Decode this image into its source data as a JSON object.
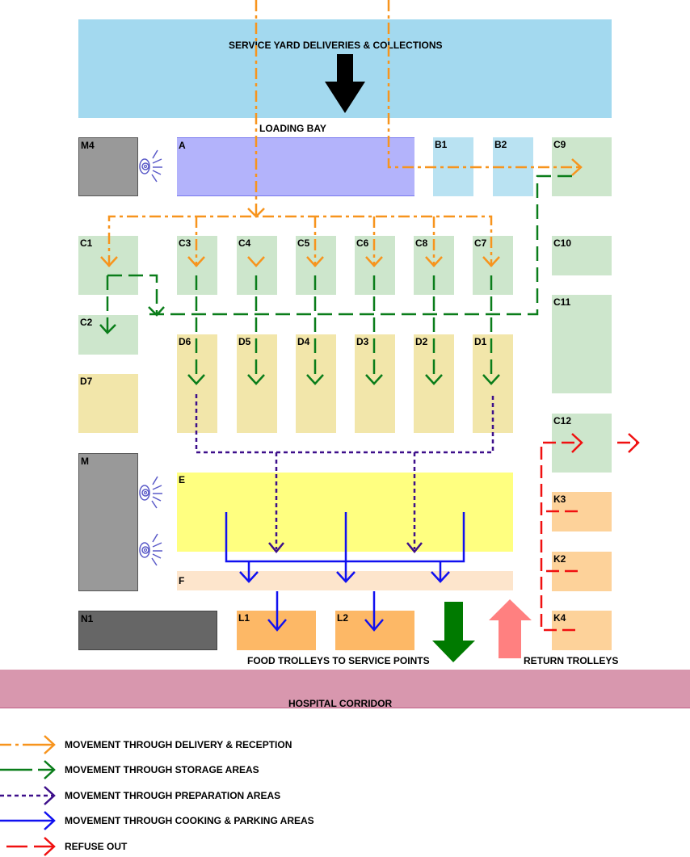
{
  "diagram": {
    "service_yard": {
      "label": "SERVICE YARD DELIVERIES & COLLECTIONS",
      "color": "#a3d9ef"
    },
    "loading_bay_label": "LOADING BAY",
    "corridor": {
      "label": "HOSPITAL CORRIDOR",
      "color": "#d897ae"
    },
    "food_trolleys_label": "FOOD TROLLEYS TO SERVICE POINTS",
    "return_trolleys_label": "RETURN TROLLEYS",
    "rooms": {
      "M4": "M4",
      "A": "A",
      "B1": "B1",
      "B2": "B2",
      "C9": "C9",
      "C1": "C1",
      "C3": "C3",
      "C4": "C4",
      "C5": "C5",
      "C6": "C6",
      "C8": "C8",
      "C7": "C7",
      "C10": "C10",
      "C2": "C2",
      "C11": "C11",
      "D6": "D6",
      "D5": "D5",
      "D4": "D4",
      "D3": "D3",
      "D2": "D2",
      "D1": "D1",
      "D7": "D7",
      "C12": "C12",
      "M": "M",
      "E": "E",
      "F": "F",
      "K3": "K3",
      "K2": "K2",
      "K4": "K4",
      "N1": "N1",
      "L1": "L1",
      "L2": "L2"
    },
    "colors": {
      "delivery": "#f7941d",
      "storage": "#0a7d1a",
      "preparation": "#3d0f8a",
      "cooking": "#1010f0",
      "refuse": "#f01010",
      "plant_room": "#999999",
      "loading": "#b3b3fb",
      "cold_store": "#b9e2f2",
      "storage_room": "#cde6cc",
      "prep_room": "#f2e6aa",
      "cooking_area": "#ffff80",
      "parking": "#fde5cc",
      "wash": "#fdd29a",
      "trolley_bay": "#fdb866",
      "n1": "#666666",
      "green_arrow": "#007a00",
      "pink_arrow": "#ff8080"
    }
  },
  "legend": [
    {
      "label": "MOVEMENT THROUGH DELIVERY & RECEPTION",
      "style": "dash-dot",
      "color": "#f7941d"
    },
    {
      "label": "MOVEMENT THROUGH STORAGE AREAS",
      "style": "long-dash",
      "color": "#0a7d1a"
    },
    {
      "label": "MOVEMENT THROUGH PREPARATION AREAS",
      "style": "dotted",
      "color": "#3d0f8a"
    },
    {
      "label": "MOVEMENT THROUGH COOKING & PARKING AREAS",
      "style": "solid",
      "color": "#1010f0"
    },
    {
      "label": "REFUSE OUT",
      "style": "dashed",
      "color": "#f01010"
    }
  ]
}
